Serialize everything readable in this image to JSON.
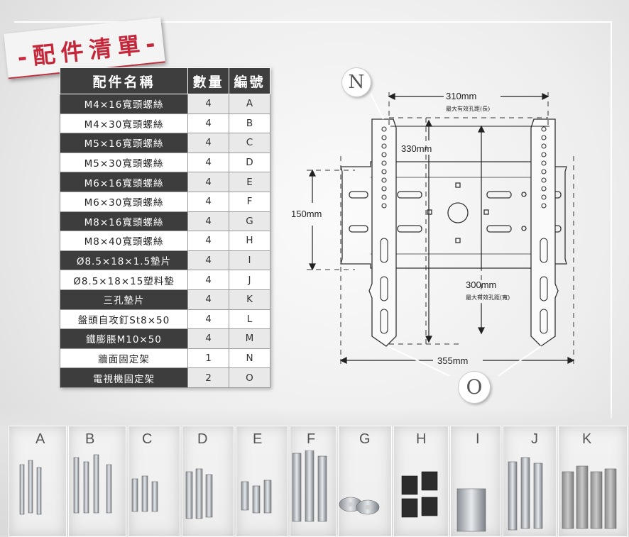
{
  "title": "-配件清單-",
  "table": {
    "headers": [
      "配件名稱",
      "數量",
      "編號"
    ],
    "rows": [
      {
        "name": "M4×16寬頭螺絲",
        "qty": "4",
        "code": "A"
      },
      {
        "name": "M4×30寬頭螺絲",
        "qty": "4",
        "code": "B"
      },
      {
        "name": "M5×16寬頭螺絲",
        "qty": "4",
        "code": "C"
      },
      {
        "name": "M5×30寬頭螺絲",
        "qty": "4",
        "code": "D"
      },
      {
        "name": "M6×16寬頭螺絲",
        "qty": "4",
        "code": "E"
      },
      {
        "name": "M6×30寬頭螺絲",
        "qty": "4",
        "code": "F"
      },
      {
        "name": "M8×16寬頭螺絲",
        "qty": "4",
        "code": "G"
      },
      {
        "name": "M8×40寬頭螺絲",
        "qty": "4",
        "code": "H"
      },
      {
        "name": "Ø8.5×18×1.5墊片",
        "qty": "4",
        "code": "I"
      },
      {
        "name": "Ø8.5×18×15塑料墊",
        "qty": "4",
        "code": "J"
      },
      {
        "name": "三孔墊片",
        "qty": "4",
        "code": "K"
      },
      {
        "name": "盤頭自攻釘St8×50",
        "qty": "4",
        "code": "L"
      },
      {
        "name": "鐵膨脹M10×50",
        "qty": "4",
        "code": "M"
      },
      {
        "name": "牆面固定架",
        "qty": "1",
        "code": "N"
      },
      {
        "name": "電視機固定架",
        "qty": "2",
        "code": "O"
      }
    ]
  },
  "diagram": {
    "label_n": "N",
    "label_o": "O",
    "dim_310": "310mm",
    "dim_310_note": "最大有效孔距(長)",
    "dim_330": "330mm",
    "dim_150": "150mm",
    "dim_300": "300mm",
    "dim_300_note": "最大有效孔距(寬)",
    "dim_355": "355mm"
  },
  "photo": {
    "letters": [
      "A",
      "B",
      "C",
      "D",
      "E",
      "F",
      "G",
      "H",
      "I",
      "J",
      "K"
    ]
  }
}
